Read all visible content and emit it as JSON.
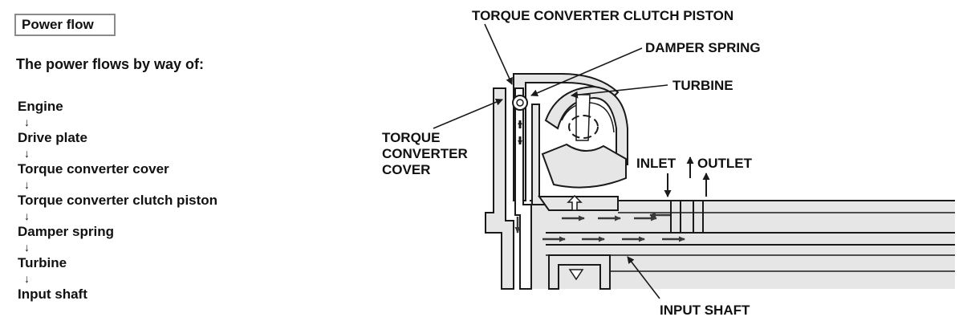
{
  "header": {
    "title": "Power flow",
    "intro": "The power flows by way of:"
  },
  "flow": {
    "arrow_glyph": "↓",
    "steps": [
      "Engine",
      "Drive plate",
      "Torque converter cover",
      "Torque converter clutch piston",
      "Damper spring",
      "Turbine",
      "Input shaft"
    ]
  },
  "diagram": {
    "labels": {
      "clutch_piston": "TORQUE CONVERTER CLUTCH PISTON",
      "damper_spring": "DAMPER SPRING",
      "turbine": "TURBINE",
      "cover_line1": "TORQUE",
      "cover_line2": "CONVERTER",
      "cover_line3": "COVER",
      "inlet": "INLET",
      "outlet": "OUTLET",
      "input_shaft": "INPUT SHAFT"
    },
    "colors": {
      "line": "#1a1a1a",
      "fill": "#e6e6e6",
      "flow": "#3a3a3a"
    }
  }
}
